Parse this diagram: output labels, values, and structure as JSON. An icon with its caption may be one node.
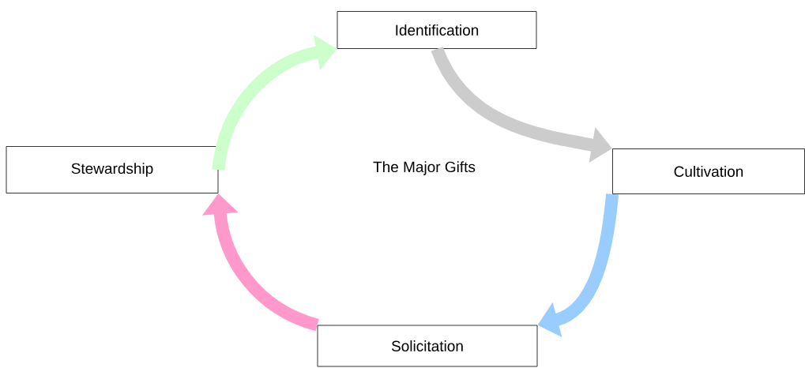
{
  "diagram": {
    "nodes": [
      {
        "text": [
          "Identification"
        ]
      },
      {
        "text": [
          "Stewardship"
        ]
      },
      {
        "text": [
          "Cultivation"
        ]
      },
      {
        "text": [
          "Solicitation"
        ]
      }
    ],
    "edges": [
      {
        "from": 1,
        "to": 0,
        "arrow": "to",
        "color": "#ccffcc"
      },
      {
        "from": 0,
        "to": 2,
        "arrow": "to",
        "color": "#cccccc"
      },
      {
        "from": 2,
        "to": 3,
        "arrow": "to",
        "color": "#99ccff"
      },
      {
        "from": 3,
        "to": 1,
        "arrow": "to",
        "color": "#ff99cc"
      }
    ],
    "labels": [
      "The Major Gifts"
    ]
  }
}
